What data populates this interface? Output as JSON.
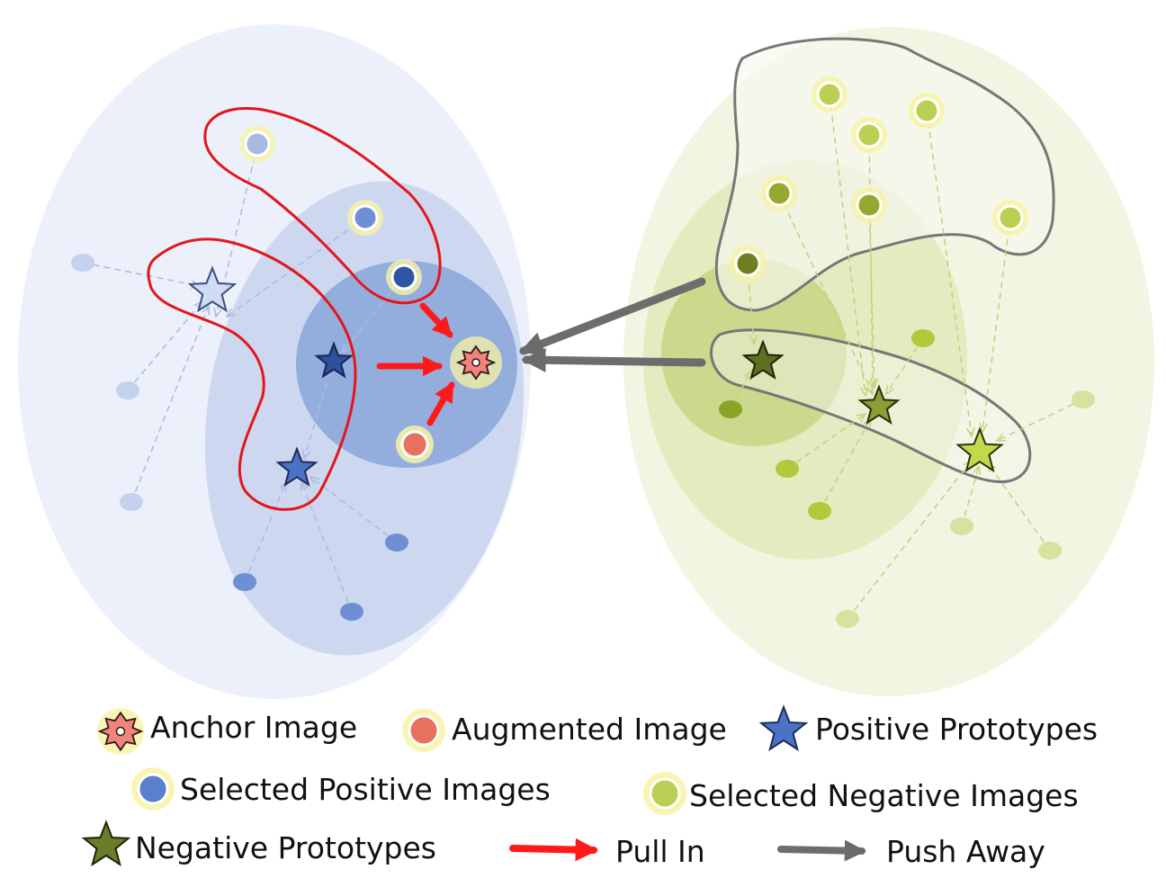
{
  "colors": {
    "blue_outer": "#ebf0fa",
    "blue_mid": "#cdd8f0",
    "blue_inner": "#93aedd",
    "blue_dot_light": "#c4d2ee",
    "blue_dot_mid": "#6f8fd4",
    "blue_dot_dark": "#2f55a3",
    "green_outer": "#f2f5e1",
    "green_mid": "#e3ebc0",
    "green_inner": "#cad98c",
    "green_dot_light": "#d6e29f",
    "green_dot_mid": "#adc742",
    "green_dot_dark": "#6f7f24",
    "anchor": "#f2837a",
    "augmented": "#e8705e",
    "pull": "#ff1a1a",
    "push": "#757575",
    "glow": "#f7f3a4",
    "star_blue": "#4c72c4",
    "star_green": "#6b7d2a"
  },
  "legend": {
    "anchor": "Anchor Image",
    "augmented": "Augmented Image",
    "positive_prototypes": "Positive Prototypes",
    "selected_positive": "Selected Positive Images",
    "selected_negative": "Selected Negative Images",
    "negative_prototypes": "Negative Prototypes",
    "pull_in": "Pull In",
    "push_away": "Push Away"
  }
}
